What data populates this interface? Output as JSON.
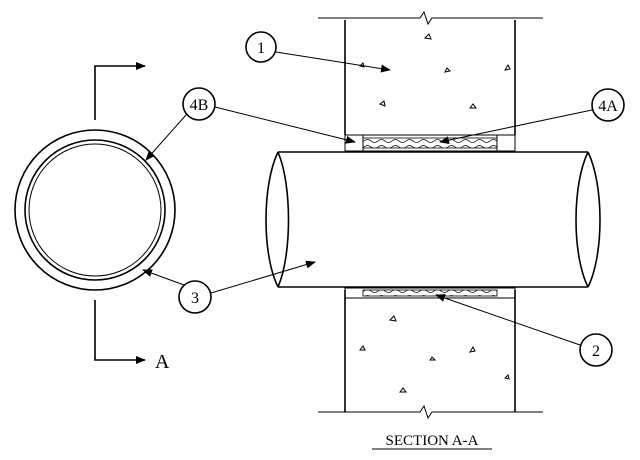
{
  "callouts": {
    "c1": "1",
    "c2": "2",
    "c3": "3",
    "c4a": "4A",
    "c4b": "4B"
  },
  "section_marker": "A",
  "section_title": "SECTION A-A"
}
